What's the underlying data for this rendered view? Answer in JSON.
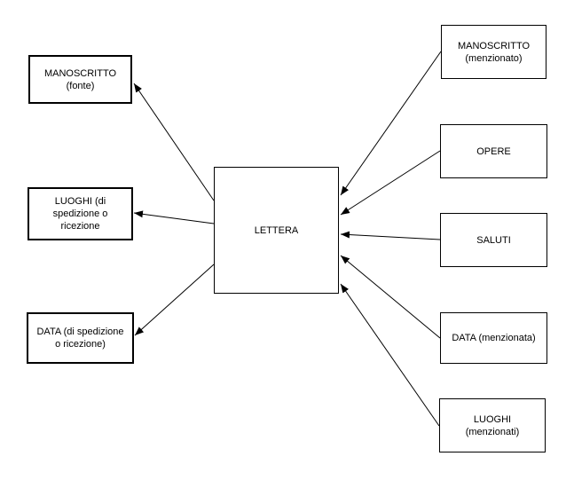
{
  "diagram": {
    "background_color": "#ffffff",
    "line_color": "#000000",
    "box_border_color": "#000000",
    "center": {
      "id": "lettera",
      "label": "LETTERA"
    },
    "nodes": [
      {
        "id": "manoscritto-fonte",
        "label": "MANOSCRITTO\n(fonte)",
        "side": "left"
      },
      {
        "id": "luoghi-spedizione",
        "label": "LUOGHI (di\nspedizione o\nricezione",
        "side": "left"
      },
      {
        "id": "data-spedizione",
        "label": "DATA (di spedizione\no ricezione)",
        "side": "left"
      },
      {
        "id": "manoscritto-menzionato",
        "label": "MANOSCRITTO\n(menzionato)",
        "side": "right"
      },
      {
        "id": "opere",
        "label": "OPERE",
        "side": "right"
      },
      {
        "id": "saluti",
        "label": "SALUTI",
        "side": "right"
      },
      {
        "id": "data-menzionata",
        "label": "DATA (menzionata)",
        "side": "right"
      },
      {
        "id": "luoghi-menzionati",
        "label": "LUOGHI\n(menzionati)",
        "side": "right"
      }
    ],
    "edges": [
      {
        "from": "lettera",
        "to": "manoscritto-fonte"
      },
      {
        "from": "lettera",
        "to": "luoghi-spedizione"
      },
      {
        "from": "lettera",
        "to": "data-spedizione"
      },
      {
        "from": "manoscritto-menzionato",
        "to": "lettera"
      },
      {
        "from": "opere",
        "to": "lettera"
      },
      {
        "from": "saluti",
        "to": "lettera"
      },
      {
        "from": "data-menzionata",
        "to": "lettera"
      },
      {
        "from": "luoghi-menzionati",
        "to": "lettera"
      }
    ]
  }
}
